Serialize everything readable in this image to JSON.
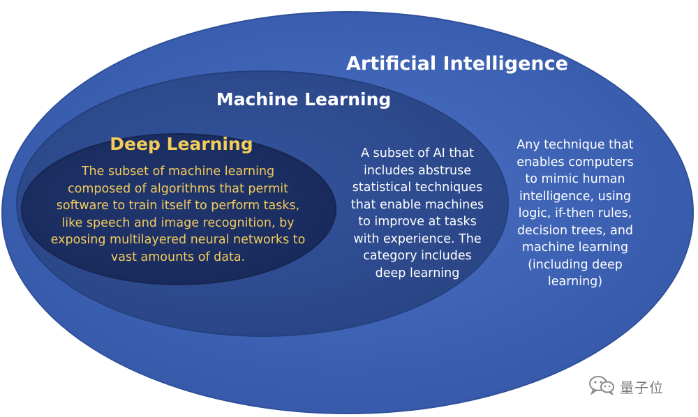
{
  "colors": {
    "ai_fill": "#3d62b5",
    "ml_fill": "#2e4c92",
    "dl_fill": "#1c2f63",
    "dl_text": "#f3cc5a",
    "white_text": "#ffffff"
  },
  "artificial_intelligence": {
    "title": "Artificial Intelligence",
    "description": [
      "Any technique that",
      "enables computers",
      "to mimic human",
      "intelligence, using",
      "logic, if-then rules,",
      "decision trees, and",
      "machine learning",
      "(including deep",
      "learning)"
    ]
  },
  "machine_learning": {
    "title": "Machine Learning",
    "description": [
      "A subset of AI that",
      "includes abstruse",
      "statistical techniques",
      "that enable machines",
      "to improve at tasks",
      "with experience. The",
      "category includes",
      "deep learning"
    ]
  },
  "deep_learning": {
    "title": "Deep Learning",
    "description": [
      "The subset of machine learning",
      "composed of algorithms that permit",
      "software to train itself to perform tasks,",
      "like speech and image recognition, by",
      "exposing multilayered neural networks to",
      "vast amounts of data."
    ]
  },
  "watermark": {
    "icon": "wechat-icon",
    "text": "量子位"
  }
}
